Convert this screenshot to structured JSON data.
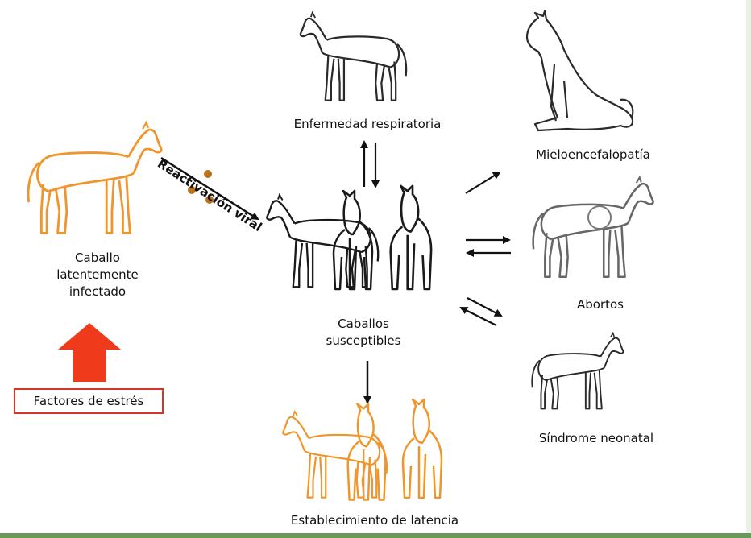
{
  "labels": {
    "latent_horse": [
      "Caballo",
      "latentemente",
      "infectado"
    ],
    "stress_factors": "Factores de estrés",
    "reactivation": "Reactivación viral",
    "respiratory": "Enfermedad respiratoria",
    "susceptible": [
      "Caballos",
      "susceptibles"
    ],
    "myelo": "Mieloencefalopatía",
    "abortion": "Abortos",
    "neonatal": "Síndrome neonatal",
    "latency": "Establecimiento de latencia"
  },
  "colors": {
    "latent": "#f0952a",
    "affected": "#2a2a2a",
    "stress_arrow": "#f03a1c",
    "stress_border": "#d9342b",
    "virus": "#b8741c",
    "bottom_bar": "#6a9a5a"
  },
  "icons": [
    "latent-horse-icon",
    "susceptible-herd-icon",
    "respiratory-horse-icon",
    "myeloencephalopathy-horse-icon",
    "aborting-mare-icon",
    "neonatal-foal-icon",
    "latent-herd-icon",
    "virus-particle-icon"
  ]
}
